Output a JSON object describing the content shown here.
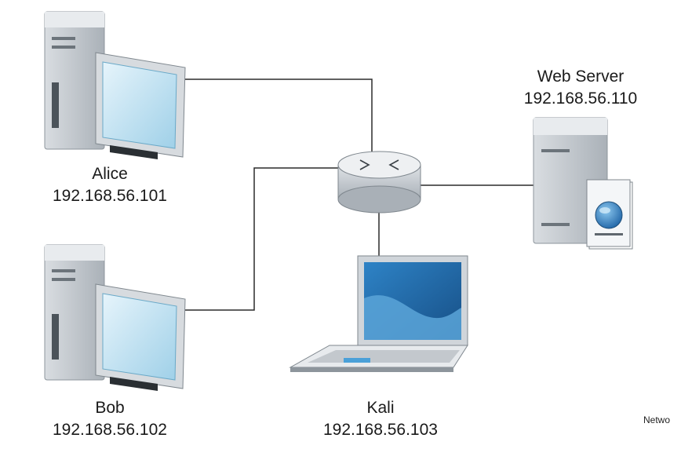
{
  "nodes": {
    "alice": {
      "name": "Alice",
      "ip": "192.168.56.101",
      "kind": "desktop-computer"
    },
    "bob": {
      "name": "Bob",
      "ip": "192.168.56.102",
      "kind": "desktop-computer"
    },
    "kali": {
      "name": "Kali",
      "ip": "192.168.56.103",
      "kind": "laptop"
    },
    "server": {
      "name": "Web Server",
      "ip": "192.168.56.110",
      "kind": "web-server"
    },
    "router": {
      "kind": "router"
    }
  },
  "links": [
    {
      "from": "alice",
      "to": "router"
    },
    {
      "from": "bob",
      "to": "router"
    },
    {
      "from": "kali",
      "to": "router"
    },
    {
      "from": "server",
      "to": "router"
    }
  ],
  "caption": "Netwo",
  "colors": {
    "tower": "#c9ced3",
    "tower_dark": "#9aa2a9",
    "screen_frame": "#e4e7ea",
    "screen": "#bfe3f2",
    "laptop_screen": "#1f6fb4",
    "router": "#c7ccd1",
    "globe": "#2d7fc1",
    "line": "#2b2b2b"
  }
}
